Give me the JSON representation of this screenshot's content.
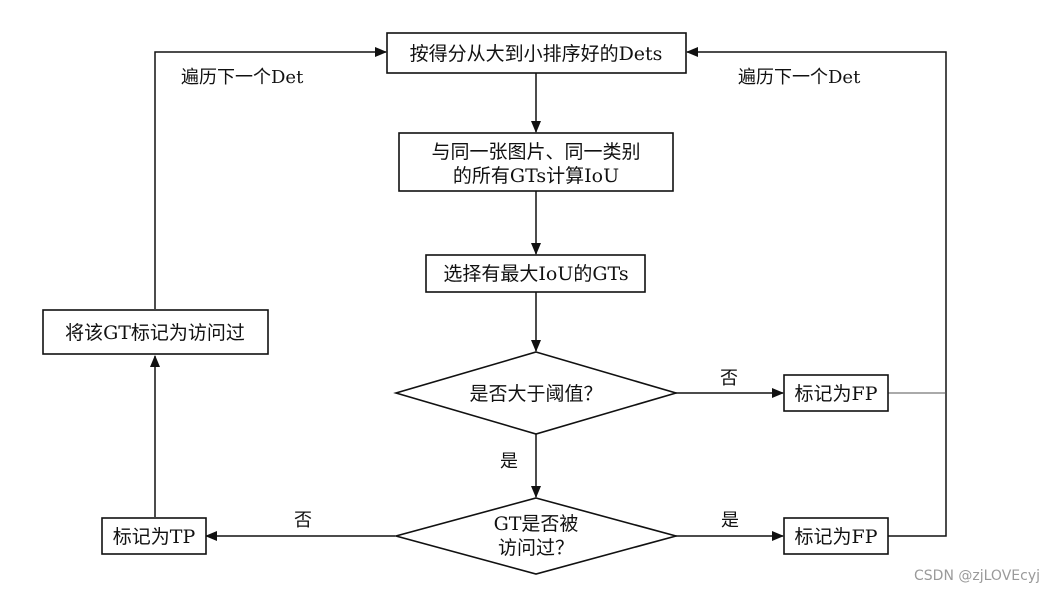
{
  "nodes": {
    "sort_dets": "按得分从大到小排序好的Dets",
    "compute_iou_line1": "与同一张图片、同一类别",
    "compute_iou_line2": "的所有GTs计算IoU",
    "select_max": "选择有最大IoU的GTs",
    "threshold_decision": "是否大于阈值？",
    "mark_fp_threshold": "标记为FP",
    "visited_decision_line1": "GT是否被",
    "visited_decision_line2": "访问过？",
    "mark_fp_visited": "标记为FP",
    "mark_tp": "标记为TP",
    "mark_visited": "将该GT标记为访问过"
  },
  "edges": {
    "loop_left": "遍历下一个Det",
    "loop_right": "遍历下一个Det",
    "threshold_no": "否",
    "threshold_yes": "是",
    "visited_no": "否",
    "visited_yes": "是"
  },
  "watermark": "CSDN @zjLOVEcyj"
}
